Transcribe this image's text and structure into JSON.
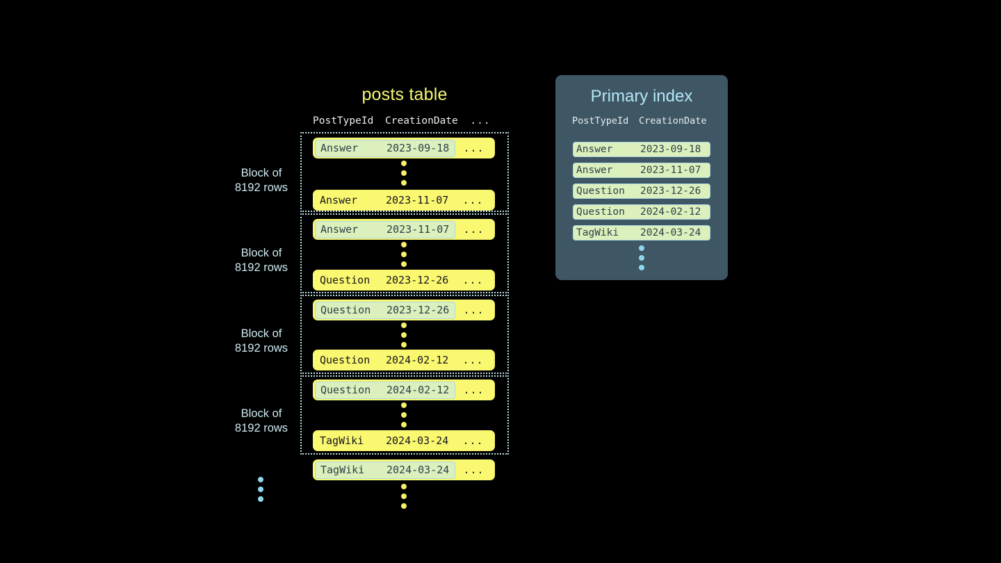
{
  "posts_table": {
    "title": "posts table",
    "columns": [
      "PostTypeId",
      "CreationDate",
      "..."
    ],
    "ellipsis": "...",
    "block_label_line1": "Block of",
    "block_label_line2": "8192 rows",
    "blocks": [
      {
        "label": "Block of 8192 rows",
        "first_row": {
          "post_type_id": "Answer",
          "creation_date": "2023-09-18",
          "more": "...",
          "highlighted": true
        },
        "last_row": {
          "post_type_id": "Answer",
          "creation_date": "2023-11-07",
          "more": "...",
          "highlighted": false
        }
      },
      {
        "label": "Block of 8192 rows",
        "first_row": {
          "post_type_id": "Answer",
          "creation_date": "2023-11-07",
          "more": "...",
          "highlighted": true
        },
        "last_row": {
          "post_type_id": "Question",
          "creation_date": "2023-12-26",
          "more": "...",
          "highlighted": false
        }
      },
      {
        "label": "Block of 8192 rows",
        "first_row": {
          "post_type_id": "Question",
          "creation_date": "2023-12-26",
          "more": "...",
          "highlighted": true
        },
        "last_row": {
          "post_type_id": "Question",
          "creation_date": "2024-02-12",
          "more": "...",
          "highlighted": false
        }
      },
      {
        "label": "Block of 8192 rows",
        "first_row": {
          "post_type_id": "Question",
          "creation_date": "2024-02-12",
          "more": "...",
          "highlighted": true
        },
        "last_row": {
          "post_type_id": "TagWiki",
          "creation_date": "2024-03-24",
          "more": "...",
          "highlighted": false
        }
      }
    ],
    "trailing_row": {
      "post_type_id": "TagWiki",
      "creation_date": "2024-03-24",
      "more": "...",
      "highlighted": true
    }
  },
  "primary_index": {
    "title": "Primary index",
    "columns": [
      "PostTypeId",
      "CreationDate"
    ],
    "rows": [
      {
        "post_type_id": "Answer",
        "creation_date": "2023-09-18"
      },
      {
        "post_type_id": "Answer",
        "creation_date": "2023-11-07"
      },
      {
        "post_type_id": "Question",
        "creation_date": "2023-12-26"
      },
      {
        "post_type_id": "Question",
        "creation_date": "2024-02-12"
      },
      {
        "post_type_id": "TagWiki",
        "creation_date": "2024-03-24"
      }
    ]
  },
  "colors": {
    "background": "#000000",
    "row_yellow": "#faf871",
    "highlight_green": "#dcf0bd",
    "highlight_border": "#a8d8e4",
    "panel_slate": "#3f5664",
    "accent_blue": "#8fd8ec",
    "title_yellow": "#f7f871",
    "index_title_blue": "#b3e8f7",
    "dotted_border": "#bfe2ea",
    "dot_yellow": "#f5ef6a"
  }
}
